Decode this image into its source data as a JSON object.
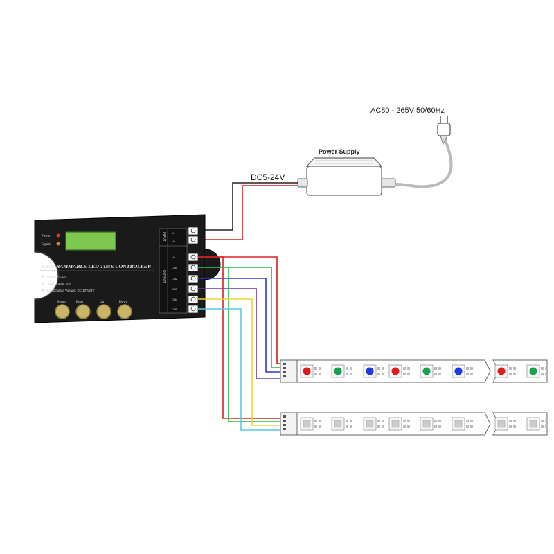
{
  "labels": {
    "mains": "AC80 - 265V 50/60Hz",
    "power_supply": "Power Supply",
    "dc_input": "DC5-24V"
  },
  "controller": {
    "title": "PROGRAMMABLE LED TIME CONTROLLER",
    "led_indicators": [
      "Power",
      "Signal"
    ],
    "spec_lines": [
      "Model: TC420",
      "Total Output: 20A",
      "Input/Output Voltage: DC 12V/24V"
    ],
    "buttons": [
      "Menu",
      "Enter",
      "Up",
      "Down"
    ],
    "input_block_label": "INPUT",
    "output_block_label": "OUTPUT",
    "input_terminals": [
      "V-",
      "V+"
    ],
    "output_terminals": [
      "V+",
      "CH1",
      "CH2",
      "CH3",
      "CH4",
      "CH5"
    ]
  },
  "strips": [
    {
      "name": "rgb-led-strip",
      "lit": true,
      "led_colors": [
        "red",
        "green",
        "blue",
        "red",
        "green",
        "blue",
        "red",
        "green"
      ]
    },
    {
      "name": "single-color-led-strip",
      "lit": false
    }
  ],
  "colors": {
    "controller_body": "#1a1a1a",
    "lcd": "#7ec850",
    "button_face": "#c9b46a",
    "wire_red": "#d62020",
    "wire_black": "#222222",
    "wire_green": "#2bb34a",
    "wire_blue": "#2a3bd0",
    "wire_purple": "#6a3aa8",
    "wire_yellow": "#f0d238",
    "wire_cyan": "#5cc8e8",
    "led_red": "#e01c1c",
    "led_green": "#1aa050",
    "led_blue": "#1c3adf",
    "led_off": "#cccccc"
  }
}
